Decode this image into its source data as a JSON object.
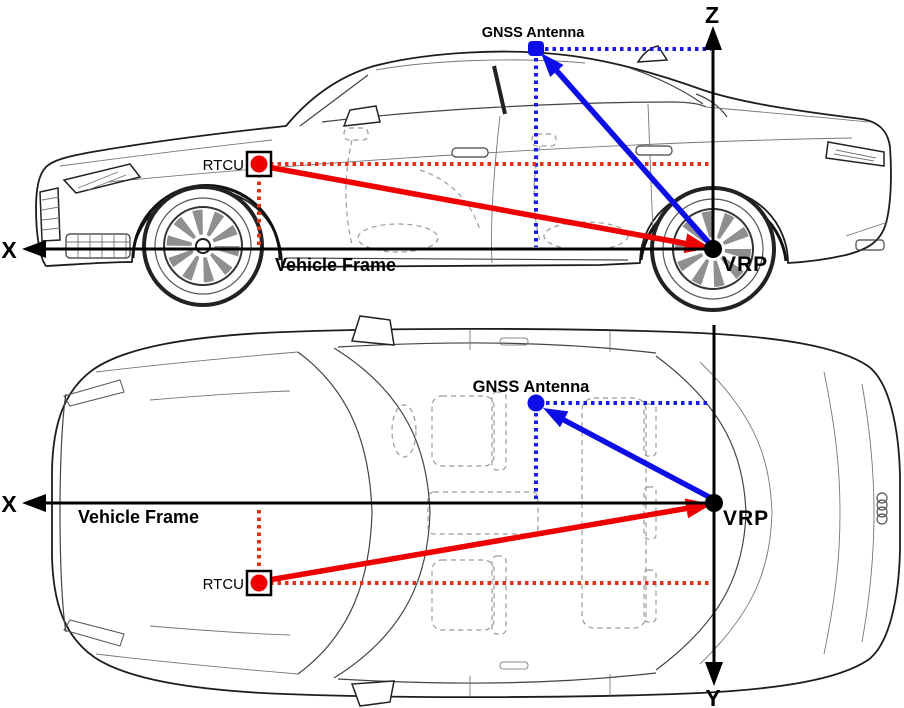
{
  "diagram": {
    "description": "Vehicle frame lever-arm diagram with side view and top view of a sedan",
    "colors": {
      "gnss_blue": "#0d0de8",
      "rtcu_red": "#ee0000",
      "dotted_blue": "#1a1af0",
      "dotted_red": "#e03318",
      "axis_black": "#000000"
    },
    "side_view": {
      "gnss_label": "GNSS Antenna",
      "rtcu_label": "RTCU",
      "vrp_label": "VRP",
      "frame_label": "Vehicle Frame",
      "axis_x": "X",
      "axis_z": "Z"
    },
    "top_view": {
      "gnss_label": "GNSS Antenna",
      "rtcu_label": "RTCU",
      "vrp_label": "VRP",
      "frame_label": "Vehicle Frame",
      "axis_x": "X",
      "axis_y": "Y"
    }
  }
}
